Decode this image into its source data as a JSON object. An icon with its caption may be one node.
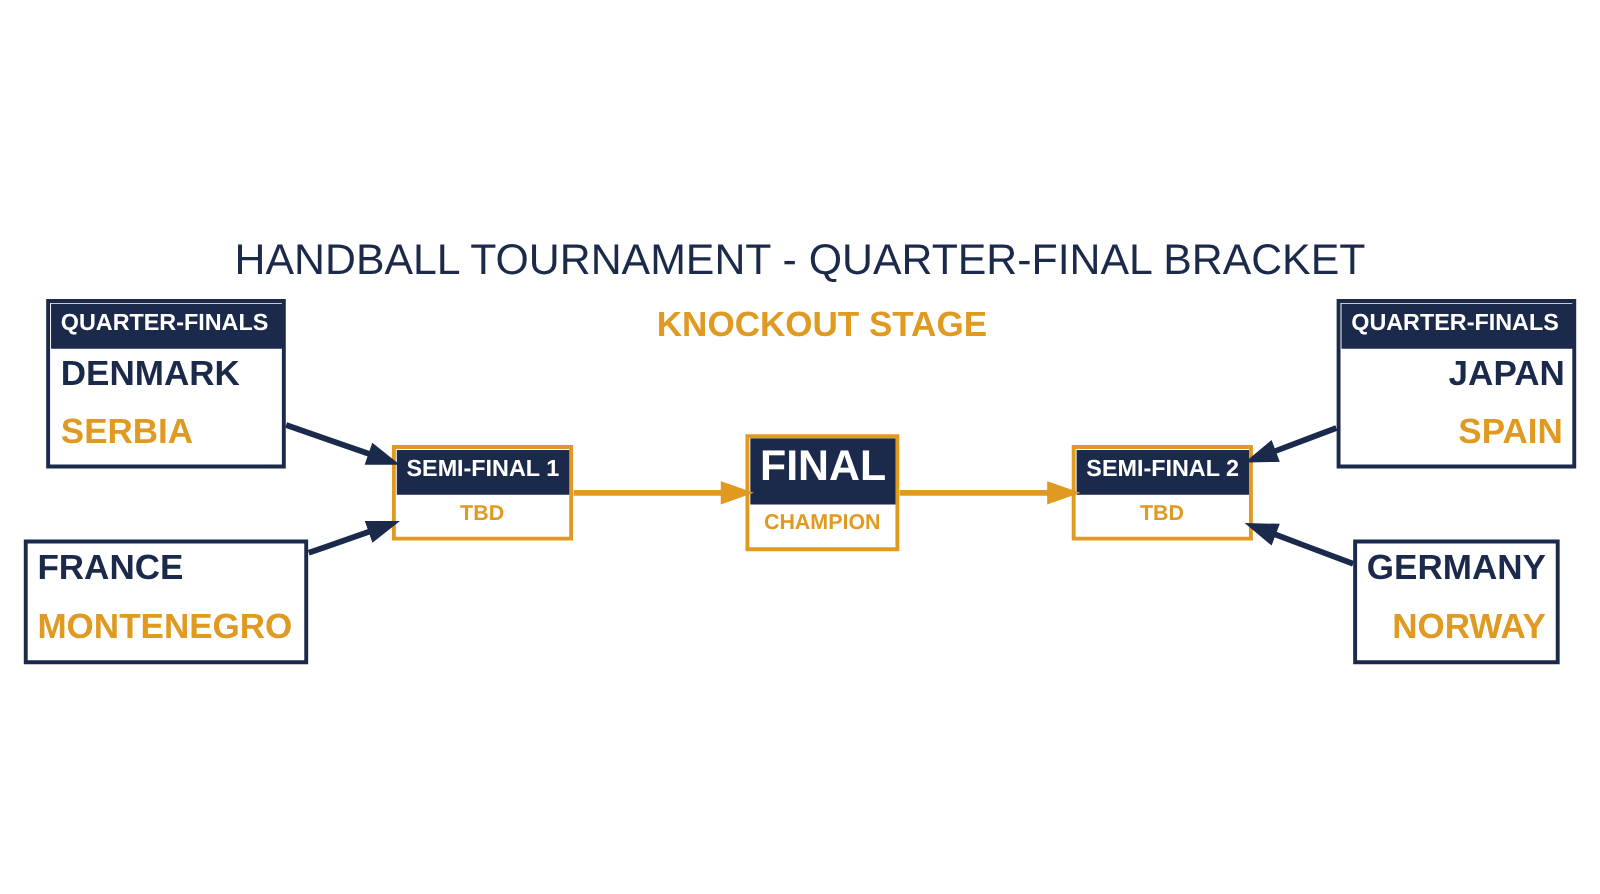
{
  "diagram": {
    "title": "HANDBALL TOURNAMENT - QUARTER-FINAL BRACKET",
    "nodes": [
      {
        "text": [
          "QUARTER-FINALS",
          "DENMARK",
          "SERBIA"
        ]
      },
      {
        "text": [
          "FRANCE",
          "MONTENEGRO"
        ]
      },
      {
        "text": [
          "SEMI-FINAL 1",
          "TBD"
        ]
      },
      {
        "text": [
          "FINAL",
          "CHAMPION"
        ]
      },
      {
        "text": [
          "SEMI-FINAL 2",
          "TBD"
        ]
      },
      {
        "text": [
          "QUARTER-FINALS",
          "JAPAN",
          "SPAIN"
        ]
      },
      {
        "text": [
          "GERMANY",
          "NORWAY"
        ]
      }
    ],
    "edges": [
      {
        "from": 0,
        "to": 2,
        "arrow": "to"
      },
      {
        "from": 1,
        "to": 2,
        "arrow": "to"
      },
      {
        "from": 2,
        "to": 3,
        "arrow": "to",
        "color": "#e09a22"
      },
      {
        "from": 3,
        "to": 4,
        "arrow": "to",
        "color": "#e09a22"
      },
      {
        "from": 5,
        "to": 4,
        "arrow": "to"
      },
      {
        "from": 6,
        "to": 4,
        "arrow": "to"
      }
    ],
    "labels": [
      "KNOCKOUT STAGE"
    ]
  }
}
